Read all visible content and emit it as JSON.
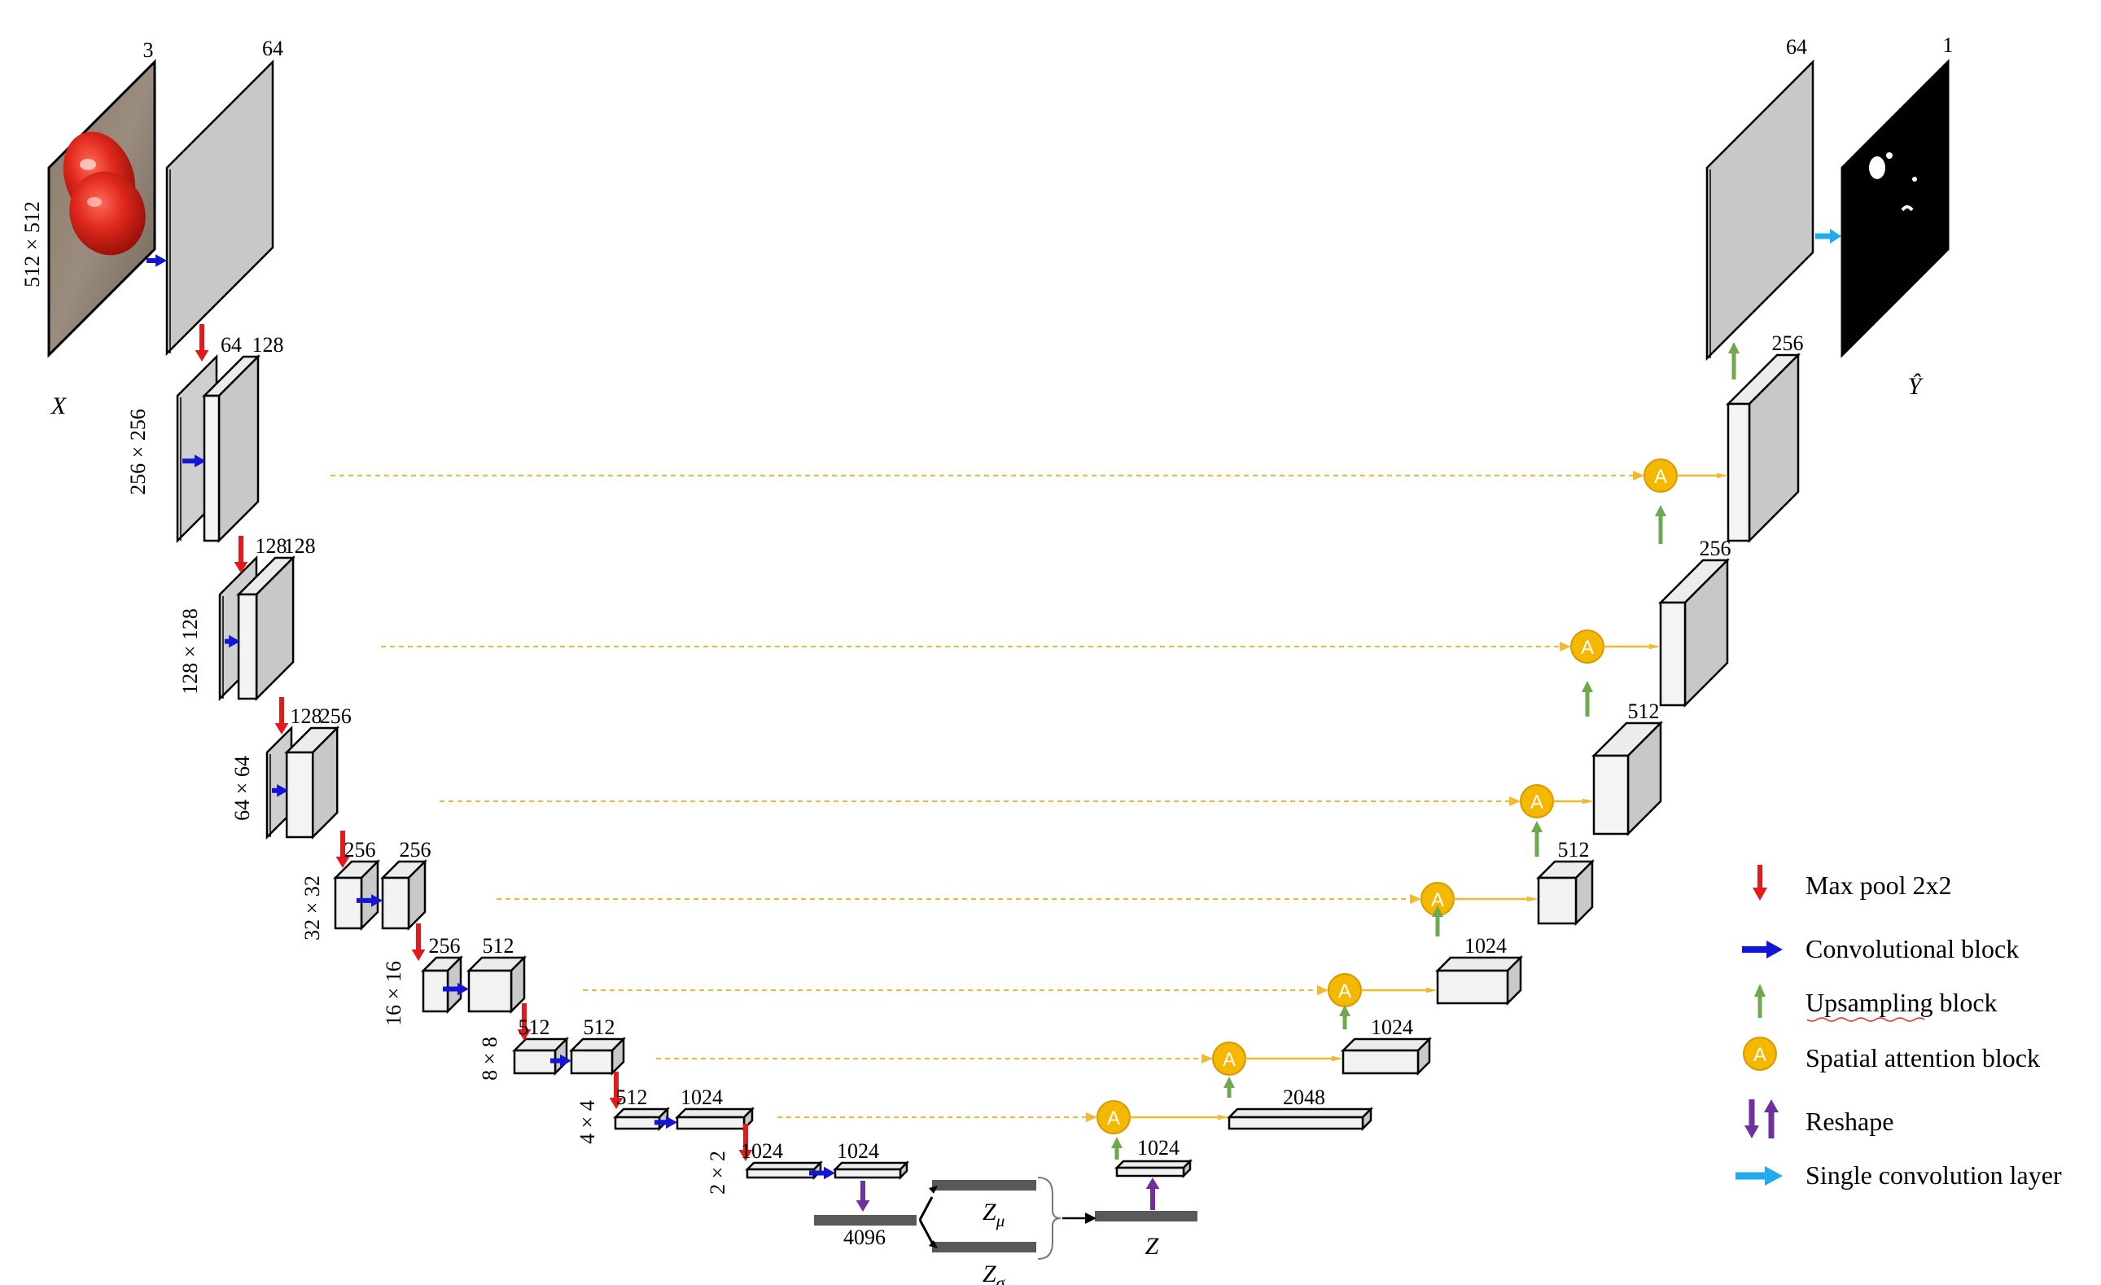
{
  "colors": {
    "maxpool": "#e31a1c",
    "conv": "#1515d6",
    "upsample": "#70a850",
    "attention_fill": "#f5b800",
    "attention_stroke": "#d89a00",
    "reshape": "#7030a0",
    "single_conv": "#22aaee",
    "skip": "#f2b830",
    "bar": "#595959"
  },
  "input": {
    "variable": "X",
    "size": "512 × 512",
    "channels": "3",
    "first_conv_channels": "64"
  },
  "encoder": {
    "levels": [
      {
        "size": "256 × 256",
        "c1": "64",
        "c2": "128"
      },
      {
        "size": "128 × 128",
        "c1": "128",
        "c2": "128"
      },
      {
        "size": "64 × 64",
        "c1": "128",
        "c2": "256"
      },
      {
        "size": "32 × 32",
        "c1": "256",
        "c2": "256"
      },
      {
        "size": "16 × 16",
        "c1": "256",
        "c2": "512"
      },
      {
        "size": "8 × 8",
        "c1": "512",
        "c2": "512"
      },
      {
        "size": "4 × 4",
        "c1": "512",
        "c2": "1024"
      },
      {
        "size": "2 × 2",
        "c1": "1024",
        "c2": "1024"
      }
    ]
  },
  "latent": {
    "flat_size": "4096",
    "mu": {
      "base": "Z",
      "sub": "μ"
    },
    "sigma": {
      "base": "Z",
      "sub": "σ"
    },
    "z": "Z",
    "z_block": "1024"
  },
  "decoder": {
    "levels": [
      "2048",
      "1024",
      "1024",
      "512",
      "512",
      "256",
      "256"
    ],
    "final_channels": "64",
    "attention_glyph": "A"
  },
  "output": {
    "variable": "Ŷ",
    "channels": "1"
  },
  "legend": [
    {
      "icon": "maxpool",
      "label": "Max pool 2x2"
    },
    {
      "icon": "conv",
      "label": "Convolutional block"
    },
    {
      "icon": "upsample",
      "label": "Upsampling block"
    },
    {
      "icon": "attention",
      "label": "Spatial attention block"
    },
    {
      "icon": "reshape",
      "label": "Reshape"
    },
    {
      "icon": "single",
      "label": "Single convolution layer"
    }
  ]
}
